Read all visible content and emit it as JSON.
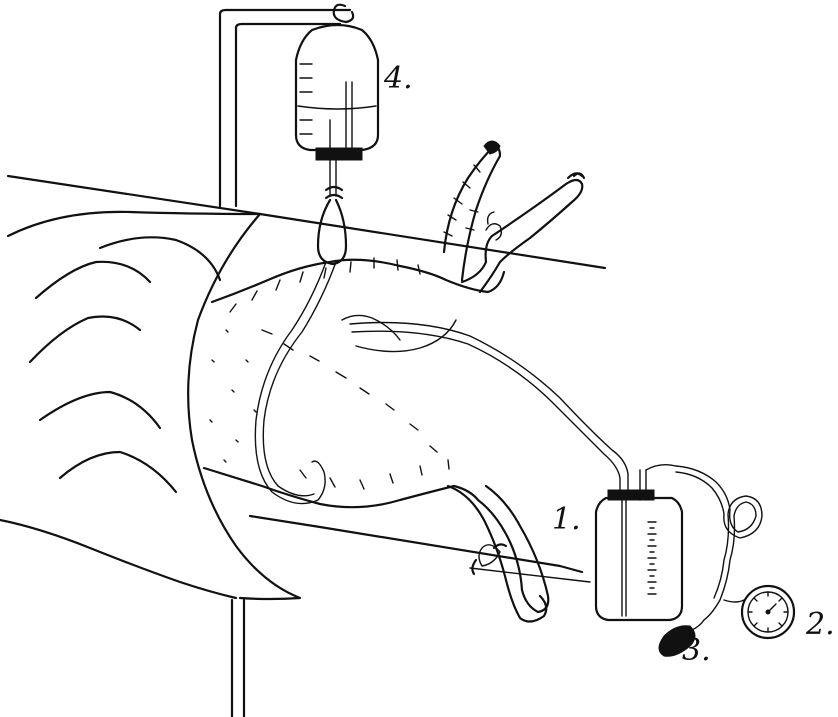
{
  "figure": {
    "callouts": {
      "bottle": "1.",
      "gauge": "2.",
      "bulb": "3.",
      "drip_flask": "4."
    }
  }
}
